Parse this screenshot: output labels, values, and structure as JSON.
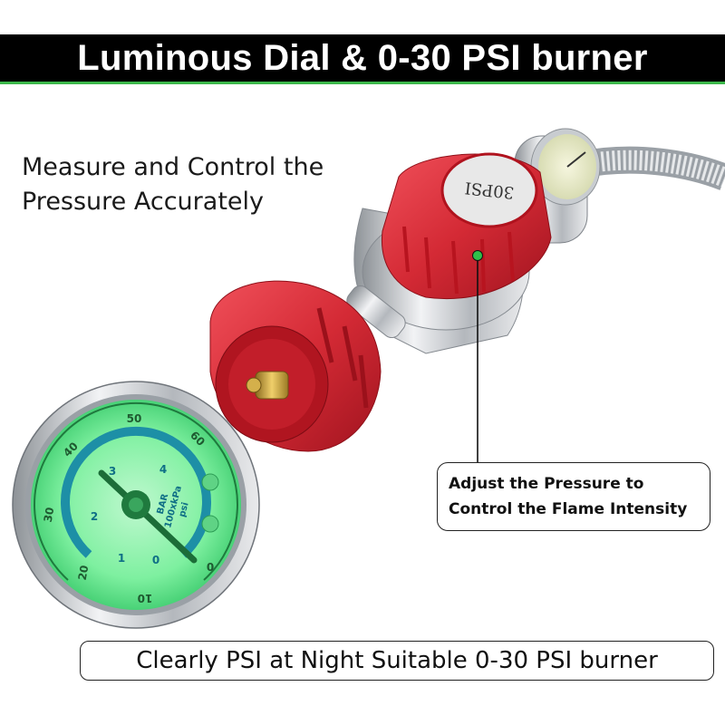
{
  "banner": {
    "title": "Luminous Dial & 0-30 PSI burner"
  },
  "tagline": {
    "line1": "Measure and Control the",
    "line2": "Pressure Accurately"
  },
  "callout": {
    "line1": "Adjust the Pressure to",
    "line2": "Control the Flame Intensity"
  },
  "footer": {
    "text": "Clearly PSI at Night Suitable 0-30 PSI burner"
  },
  "regulator": {
    "knob_label": "30PSI"
  },
  "gauge": {
    "outer_scale": [
      "0",
      "10",
      "20",
      "30",
      "40",
      "50",
      "60"
    ],
    "inner_scale": [
      "0",
      "1",
      "2",
      "3",
      "4"
    ],
    "unit_bar": "BAR",
    "unit_kpa": "100xkPa",
    "unit_psi": "psi"
  },
  "colors": {
    "banner_bg": "#000000",
    "banner_accent": "#3cb84a",
    "knob_red": "#d42a35",
    "gauge_glow": "#7ef0a0",
    "chrome": "#c9ccd1"
  }
}
